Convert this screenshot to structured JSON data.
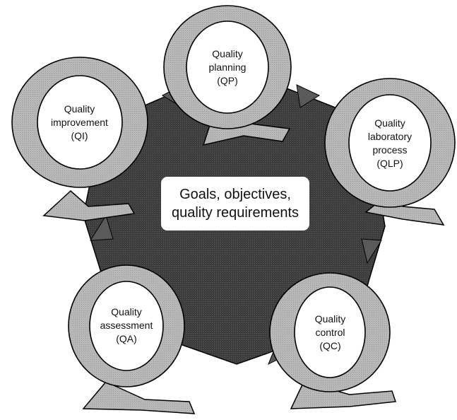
{
  "center": {
    "lines": [
      "Goals, objectives,",
      "quality requirements"
    ]
  },
  "nodes": [
    {
      "id": "qp",
      "lines": [
        "Quality",
        "planning",
        "(QP)"
      ]
    },
    {
      "id": "qlp",
      "lines": [
        "Quality",
        "laboratory",
        "process",
        "(QLP)"
      ]
    },
    {
      "id": "qc",
      "lines": [
        "Quality",
        "control",
        "(QC)"
      ]
    },
    {
      "id": "qa",
      "lines": [
        "Quality",
        "assessment",
        "(QA)"
      ]
    },
    {
      "id": "qi",
      "lines": [
        "Quality",
        "improvement",
        "(QI)"
      ]
    }
  ],
  "colors": {
    "pentagon": "#3d3d3d",
    "ring": "#b4b4b4",
    "outline": "#000000",
    "inner": "#ffffff"
  }
}
